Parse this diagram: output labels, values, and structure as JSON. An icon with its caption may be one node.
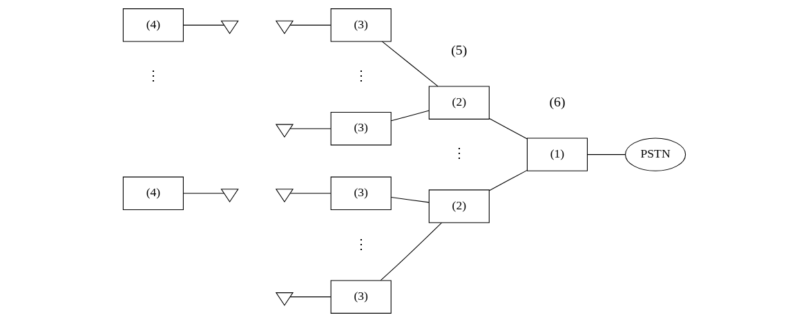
{
  "diagram": {
    "nodes": [
      {
        "text": [
          "(4)"
        ]
      },
      {
        "text": [
          "(4)"
        ]
      },
      {
        "text": [
          "(3)"
        ]
      },
      {
        "text": [
          "(3)"
        ]
      },
      {
        "text": [
          "(3)"
        ]
      },
      {
        "text": [
          "(3)"
        ]
      },
      {
        "text": [
          "(2)"
        ]
      },
      {
        "text": [
          "(2)"
        ]
      },
      {
        "text": [
          "(1)"
        ]
      },
      {
        "text": [
          "PSTN"
        ]
      },
      {
        "text": [],
        "shape": "antenna"
      },
      {
        "text": [],
        "shape": "antenna"
      },
      {
        "text": [],
        "shape": "antenna"
      },
      {
        "text": [],
        "shape": "antenna"
      },
      {
        "text": [],
        "shape": "antenna"
      },
      {
        "text": [],
        "shape": "antenna"
      }
    ],
    "edges": [
      {
        "from": 0,
        "to": 10,
        "arrow": "none"
      },
      {
        "from": 1,
        "to": 11,
        "arrow": "none"
      },
      {
        "from": 12,
        "to": 2,
        "arrow": "none"
      },
      {
        "from": 13,
        "to": 3,
        "arrow": "none"
      },
      {
        "from": 14,
        "to": 4,
        "arrow": "none"
      },
      {
        "from": 15,
        "to": 5,
        "arrow": "none"
      },
      {
        "from": 2,
        "to": 6,
        "arrow": "none"
      },
      {
        "from": 3,
        "to": 6,
        "arrow": "none"
      },
      {
        "from": 4,
        "to": 7,
        "arrow": "none"
      },
      {
        "from": 5,
        "to": 7,
        "arrow": "none"
      },
      {
        "from": 6,
        "to": 8,
        "arrow": "none"
      },
      {
        "from": 7,
        "to": 8,
        "arrow": "none"
      },
      {
        "from": 8,
        "to": 9,
        "arrow": "none"
      }
    ],
    "labels": [
      "(5)",
      "(6)",
      "⋮",
      "⋮",
      "⋮",
      "⋮"
    ]
  }
}
